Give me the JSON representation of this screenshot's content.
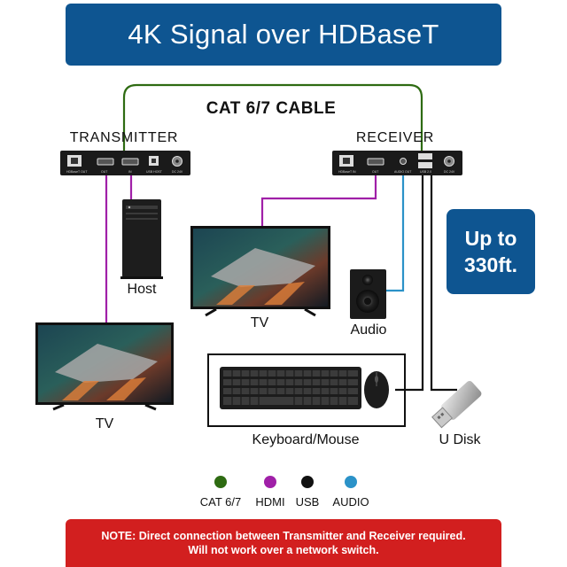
{
  "title": "4K Signal over HDBaseT",
  "cable_label": "CAT 6/7 CABLE",
  "transmitter": {
    "title": "TRANSMITTER",
    "ports": [
      "HDBaseT OUT",
      "OUT",
      "IN",
      "USB HOST",
      "DC 24V"
    ]
  },
  "receiver": {
    "title": "RECEIVER",
    "ports": [
      "HDBaseT IN",
      "OUT",
      "AUDIO OUT",
      "USB 2.0",
      "DC 24V"
    ]
  },
  "range": {
    "line1": "Up to",
    "line2": "330ft."
  },
  "devices": {
    "host": "Host",
    "tv_left": "TV",
    "tv_center": "TV",
    "audio": "Audio",
    "keyboard_mouse": "Keyboard/Mouse",
    "u_disk": "U Disk"
  },
  "legend": [
    {
      "label": "CAT 6/7",
      "color": "#2e6b12"
    },
    {
      "label": "HDMI",
      "color": "#a020a8"
    },
    {
      "label": "USB",
      "color": "#111111"
    },
    {
      "label": "AUDIO",
      "color": "#2b92c8"
    }
  ],
  "note": {
    "line1": "NOTE: Direct connection between Transmitter and Receiver required.",
    "line2": "Will not work over a network switch."
  },
  "colors": {
    "brand_blue": "#0e5591",
    "note_red": "#d21f1f",
    "cat": "#2e6b12",
    "hdmi": "#a020a8",
    "usb": "#111111",
    "audio": "#2b92c8"
  }
}
